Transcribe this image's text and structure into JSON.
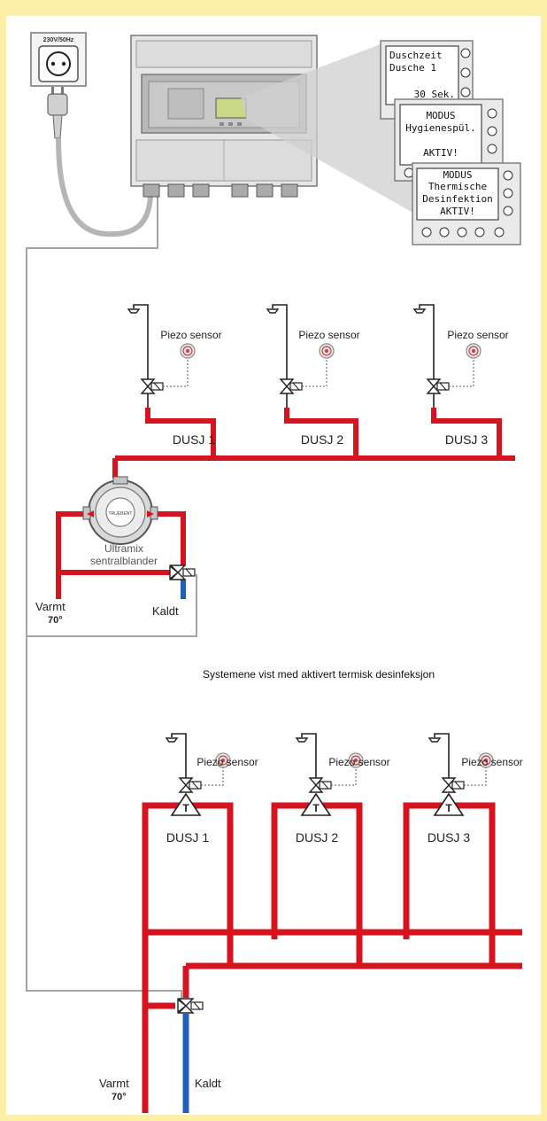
{
  "outlet": {
    "rating": "230V/50Hz"
  },
  "screens": [
    {
      "lines": [
        "Duschzeit",
        "Dusche 1",
        "30 Sek."
      ]
    },
    {
      "lines": [
        "MODUS",
        "Hygienespül.",
        "AKTIV!"
      ]
    },
    {
      "lines": [
        "MODUS",
        "Thermische",
        "Desinfektion",
        "AKTIV!"
      ]
    }
  ],
  "system1": {
    "sensor_label": "Piezo sensor",
    "showers": [
      "DUSJ 1",
      "DUSJ 2",
      "DUSJ 3"
    ],
    "mixer_label_1": "Ultramix",
    "mixer_label_2": "sentralblander",
    "mixer_brand": "TRUEBENT",
    "warm_label": "Varmt",
    "warm_temp": "70°",
    "cold_label": "Kaldt"
  },
  "caption": "Systemene vist med aktivert termisk desinfeksjon",
  "system2": {
    "sensor_label": "Piezo sensor",
    "showers": [
      "DUSJ 1",
      "DUSJ 2",
      "DUSJ 3"
    ],
    "thermostat_label": "T",
    "warm_label": "Varmt",
    "warm_temp": "70°",
    "cold_label": "Kaldt"
  },
  "colors": {
    "background": "#fdf0a6",
    "hot_pipe": "#d6141f",
    "cold_pipe": "#1f5fb8",
    "control_line": "#a5a5a5"
  }
}
